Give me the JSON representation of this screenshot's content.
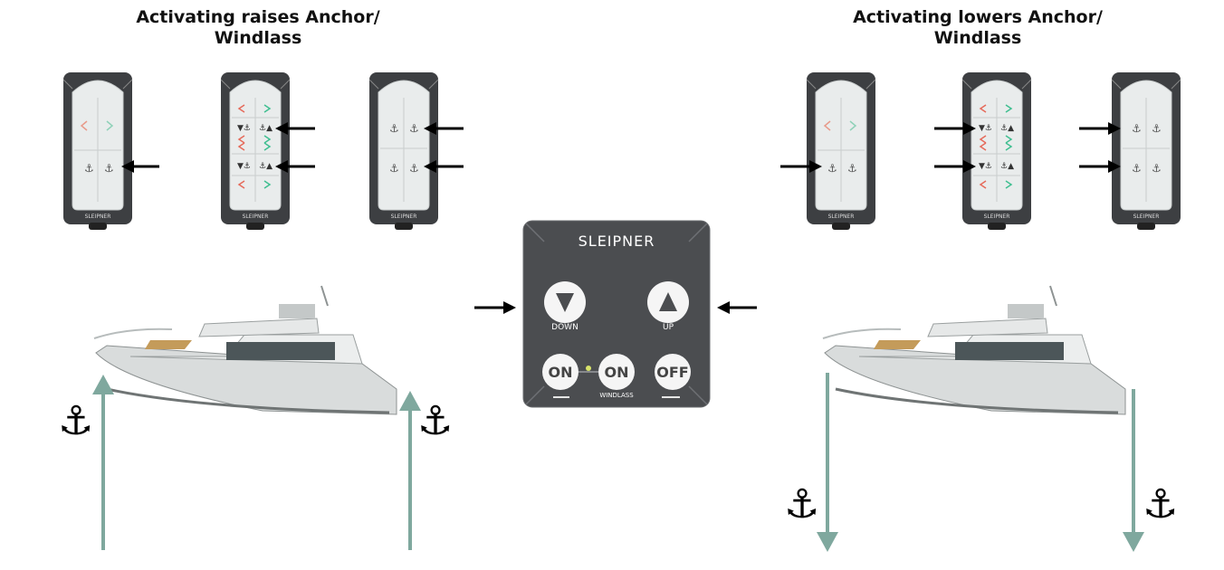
{
  "titles": {
    "left": "Activating raises Anchor/ Windlass",
    "right": "Activating lowers Anchor/ Windlass"
  },
  "remote_brand": "SLEIPNER",
  "panel": {
    "brand": "SLEIPNER",
    "down_label": "DOWN",
    "up_label": "UP",
    "on1_label": "ON",
    "on2_label": "ON",
    "off_label": "OFF",
    "windlass_label": "WINDLASS"
  },
  "colors": {
    "anchor_chain_arrow": "#7fa89e",
    "remote_body": "#3d3f42",
    "panel_body": "#4b4d50",
    "indicator_arrow": "#000000"
  },
  "icons": {
    "anchor": "⚓"
  }
}
